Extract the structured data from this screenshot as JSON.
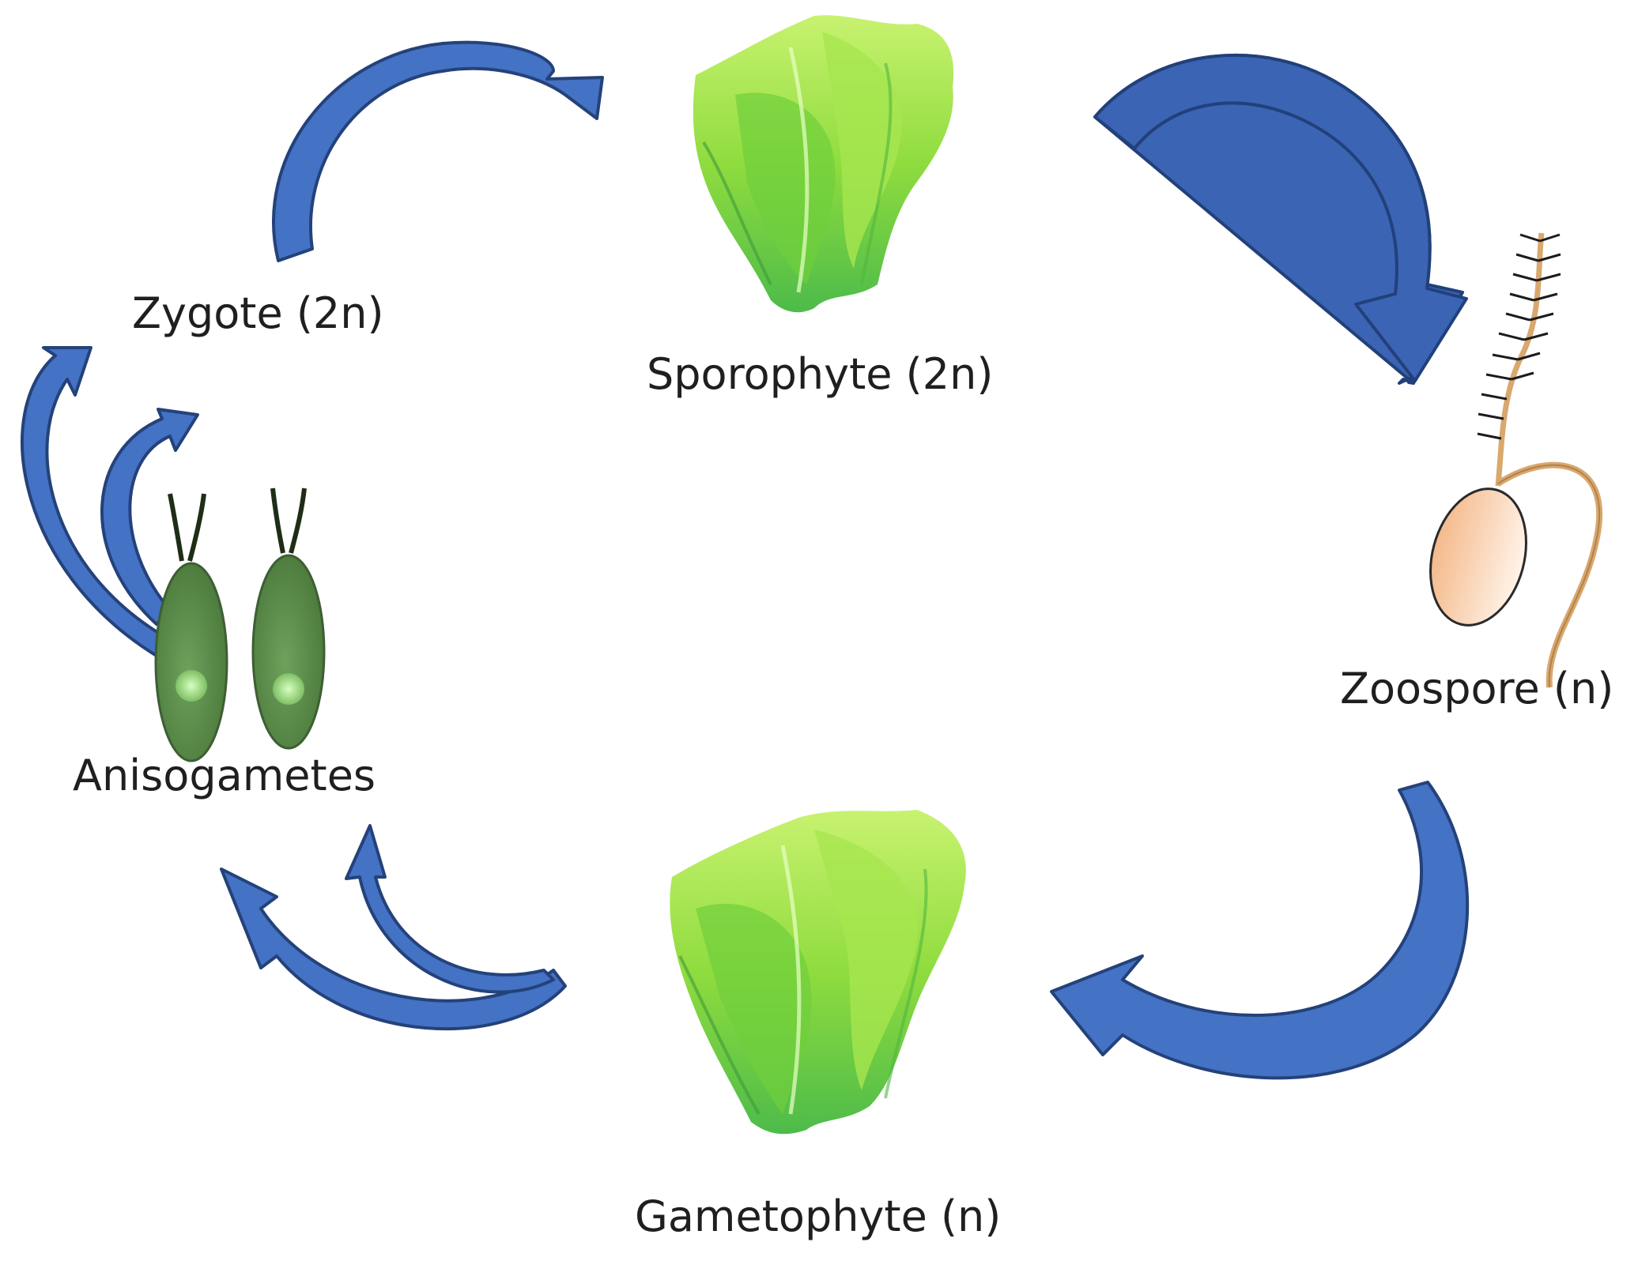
{
  "labels": {
    "zygote": "Zygote (2n)",
    "sporophyte": "Sporophyte (2n)",
    "zoospore": "Zoospore (n)",
    "gametophyte": "Gametophyte (n)",
    "anisogametes": "Anisogametes"
  },
  "colors": {
    "arrow_fill": "#4472c4",
    "arrow_stroke": "#24427a",
    "thallus_light": "#b9ec5a",
    "thallus_mid": "#7fd33a",
    "thallus_dark": "#3fa33a",
    "gamete_body": "#5e8f4e",
    "gamete_nucleus": "#a8e08a",
    "zoospore_body": "#f6c79c",
    "flagellum": "#d9a86e",
    "text": "#1f1f1f"
  },
  "icons": [
    "sea-lettuce-thallus",
    "anisogamete-cell",
    "zoospore-cell",
    "cycle-arrow"
  ]
}
